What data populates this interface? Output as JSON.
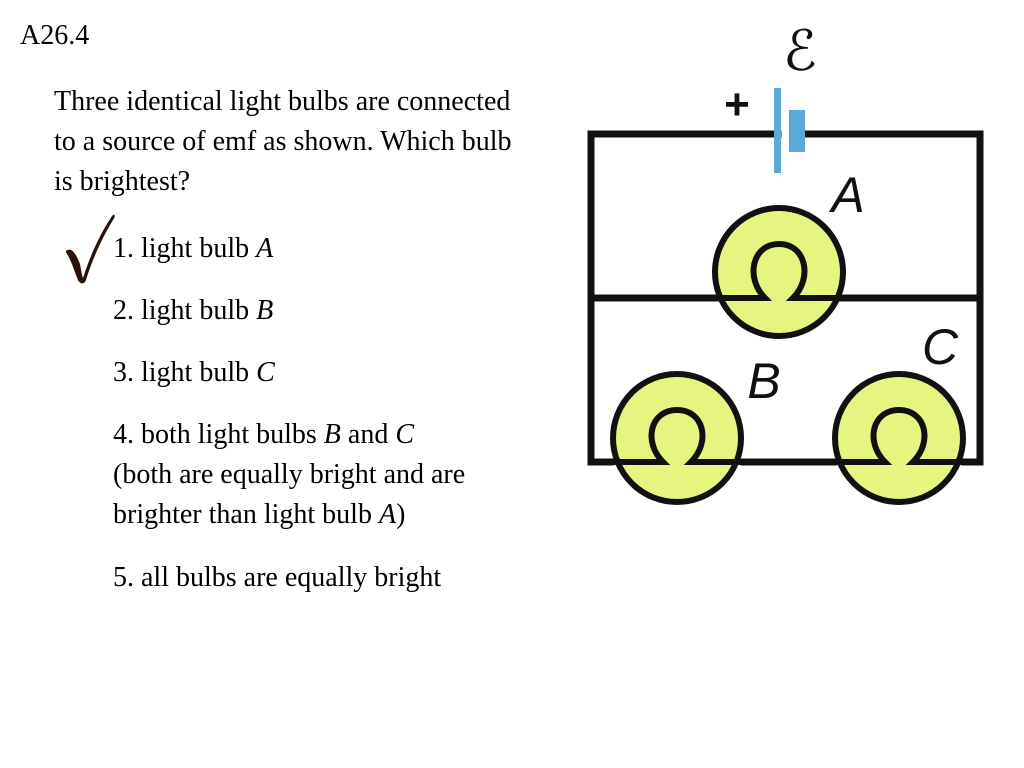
{
  "slide": {
    "number": "A26.4"
  },
  "question": {
    "text": "Three identical light bulbs are connected to a source of emf as shown. Which bulb is brightest?"
  },
  "options": [
    {
      "number": "1.",
      "prefix": "light bulb ",
      "bulb": "A"
    },
    {
      "number": "2.",
      "prefix": "light bulb ",
      "bulb": "B"
    },
    {
      "number": "3.",
      "prefix": "light bulb ",
      "bulb": "C"
    },
    {
      "number": "4.",
      "prefix": "both light bulbs ",
      "bulb1": "B",
      "mid": " and ",
      "bulb2": "C",
      "line2": "(both are equally bright and are",
      "line3_prefix": "brighter than light bulb ",
      "line3_bulb": "A",
      "line3_suffix": ")"
    },
    {
      "number": "5.",
      "text": "all bulbs are equally bright"
    }
  ],
  "answer": {
    "correct_option": "1.",
    "mark_icon": "checkmark-icon"
  },
  "circuit": {
    "emf_label": "ℰ",
    "plus_label": "+",
    "bulb_labels": {
      "a": "A",
      "b": "B",
      "c": "C"
    },
    "colors": {
      "wire": "#111111",
      "bulb_fill": "#e6f57f",
      "battery": "#5aa9d6",
      "check": "#2a1208"
    }
  }
}
